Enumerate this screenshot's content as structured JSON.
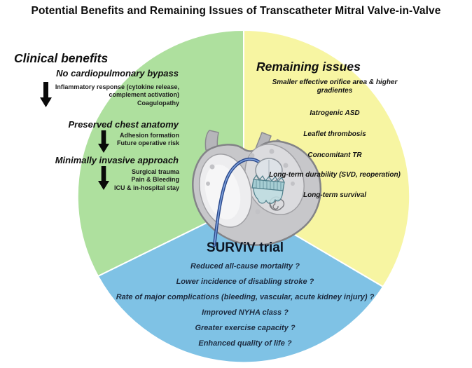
{
  "title": "Potential Benefits and Remaining Issues of Transcatheter Mitral Valve-in-Valve",
  "colors": {
    "sector_green": "#aee09e",
    "sector_yellow": "#f7f5a2",
    "sector_blue": "#7fc2e5",
    "arrow_black": "#0a0a0a",
    "catheter_navy": "#2c4a8c",
    "trial_text_navy": "#1c2b40"
  },
  "clinical": {
    "heading": "Clinical benefits",
    "items": [
      {
        "label": "No cardiopulmonary bypass",
        "details": [
          "Inflammatory response (cytokine release,",
          "complement activation)",
          "Coagulopathy"
        ]
      },
      {
        "label": "Preserved chest anatomy",
        "details": [
          "Adhesion formation",
          "Future operative risk"
        ]
      },
      {
        "label": "Minimally invasive approach",
        "details": [
          "Surgical trauma",
          "Pain & Bleeding",
          "ICU & in-hospital stay"
        ]
      }
    ]
  },
  "remaining": {
    "heading": "Remaining issues",
    "items": [
      "Smaller effective orifice area & higher gradientes",
      "Iatrogenic ASD",
      "Leaflet thrombosis",
      "Concomitant TR",
      "Long-term durability (SVD, reoperation)",
      "Long-term survival"
    ]
  },
  "trial": {
    "heading": "SURViV trial",
    "questions": [
      "Reduced all-cause mortality ?",
      "Lower incidence of disabling stroke ?",
      "Rate of major complications (bleeding, vascular, acute kidney injury) ?",
      "Improved NYHA class ?",
      "Greater exercise capacity ?",
      "Enhanced quality of life ?"
    ]
  },
  "illustration": {
    "name": "heart-with-transcatheter-mitral-valve-in-valve"
  }
}
